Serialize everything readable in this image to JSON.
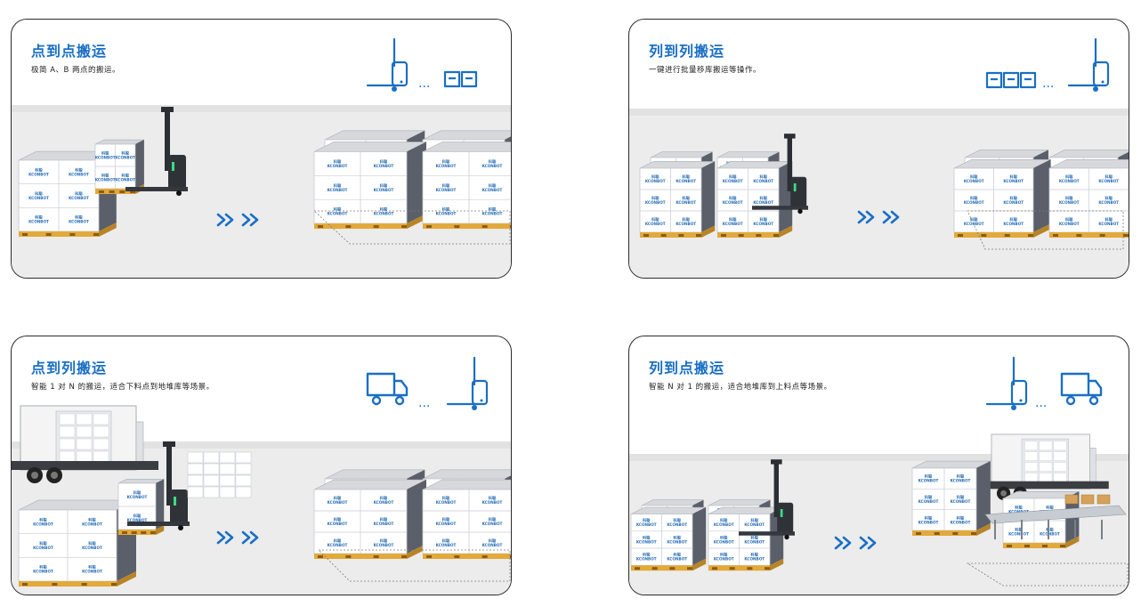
{
  "cards": [
    {
      "title": "点到点搬运",
      "desc": "极简 A、B 两点的搬运。"
    },
    {
      "title": "列到列搬运",
      "desc": "一键进行批量移库搬运等操作。"
    },
    {
      "title": "点到列搬运",
      "desc": "智能 1 对 N 的搬运，适合下料点到地堆库等场景。"
    },
    {
      "title": "列到点搬运",
      "desc": "智能 N 对 1 的搬运，适合地堆库到上料点等场景。"
    }
  ],
  "box_label_cn": "科聪",
  "box_label_en": "KCONBOT",
  "ellipsis": "...",
  "arrow_glyph": "»",
  "colors": {
    "accent": "#1a6fc4",
    "floor": "#ececec",
    "box_side": "#5a5f69",
    "pallet": "#e2a93b"
  },
  "icons": [
    "forklift-icon",
    "pallet-icon",
    "truck-icon",
    "double-chevron-icon"
  ]
}
